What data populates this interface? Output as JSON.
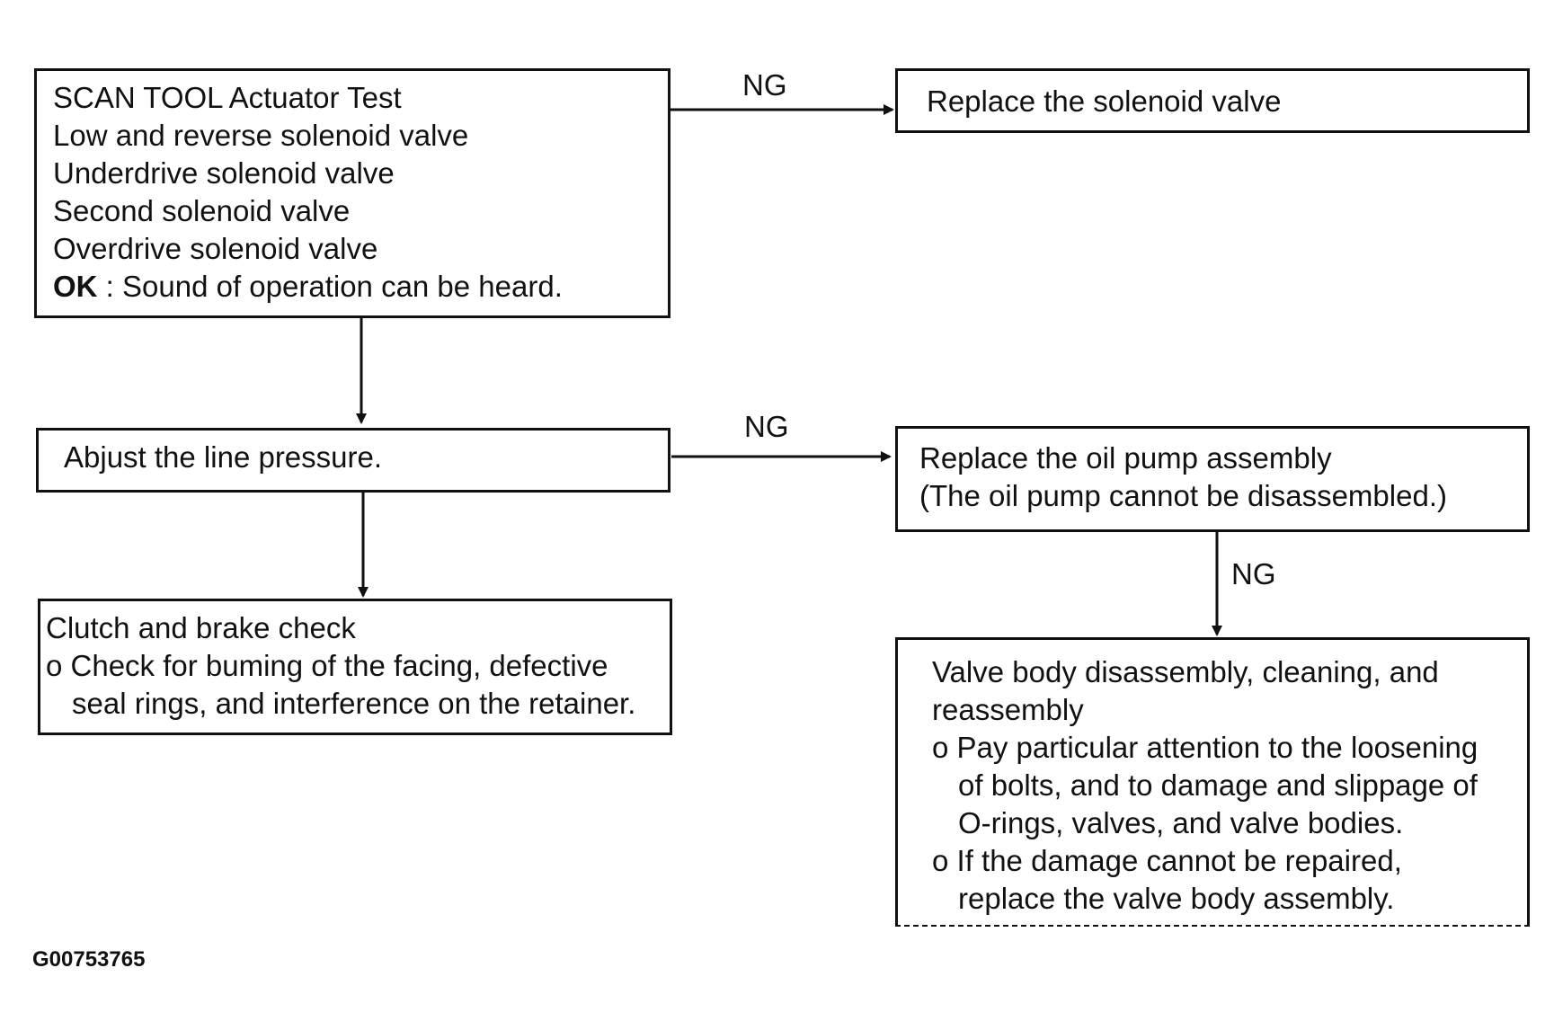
{
  "box_scan_tool": {
    "lines": [
      "SCAN TOOL Actuator Test",
      "Low and reverse solenoid valve",
      "Underdrive solenoid valve",
      "Second solenoid valve",
      "Overdrive solenoid valve"
    ],
    "ok_label": "OK",
    "ok_text": " : Sound of operation can be heard."
  },
  "box_replace_solenoid": {
    "text": "Replace the solenoid valve"
  },
  "box_adjust_line": {
    "text": "Abjust the line pressure."
  },
  "box_replace_oil_pump": {
    "lines": [
      "Replace the oil pump assembly",
      "(The oil pump cannot be disassembled.)"
    ]
  },
  "box_clutch_brake": {
    "title": "Clutch and brake check",
    "bullet_1": "o Check for buming of the facing, defective",
    "bullet_1_cont": "seal rings, and interference on the retainer."
  },
  "box_valve_body": {
    "title_1": "Valve body disassembly, cleaning, and",
    "title_2": "reassembly",
    "bullet_1": "o Pay particular attention to the loosening",
    "bullet_1_cont_1": "of bolts, and to damage and slippage of",
    "bullet_1_cont_2": "O-rings, valves, and valve bodies.",
    "bullet_2": "o If the damage cannot be repaired,",
    "bullet_2_cont": "replace the valve body assembly."
  },
  "labels": {
    "ng_1": "NG",
    "ng_2": "NG",
    "ng_3": "NG"
  },
  "figure_code": "G00753765"
}
